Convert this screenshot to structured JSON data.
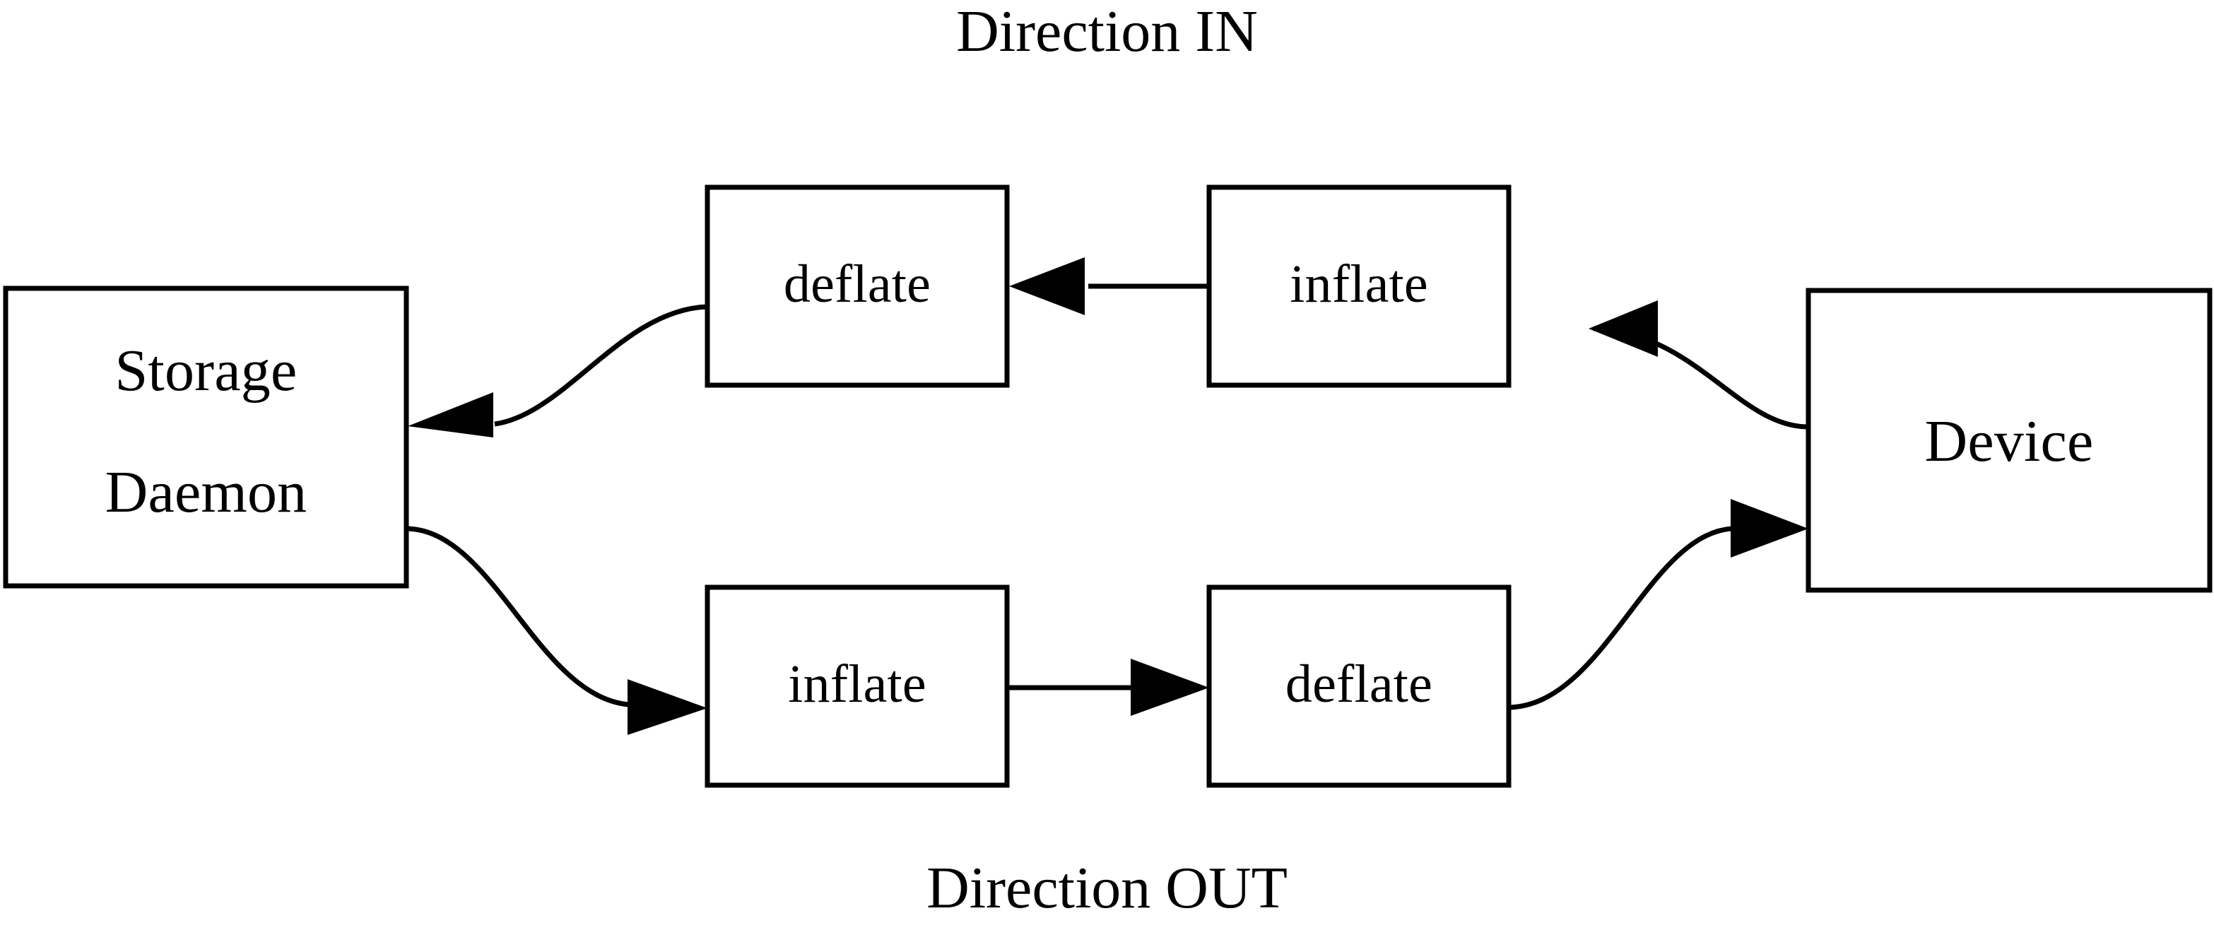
{
  "diagram": {
    "title_top": "Direction IN",
    "title_bottom": "Direction OUT",
    "background_color": "#ffffff",
    "line_color": "#000000",
    "nodes": {
      "storage_daemon": {
        "label_line1": "Storage",
        "label_line2": "Daemon"
      },
      "deflate_in": {
        "label": "deflate"
      },
      "inflate_in": {
        "label": "inflate"
      },
      "device": {
        "label": "Device"
      },
      "inflate_out": {
        "label": "inflate"
      },
      "deflate_out": {
        "label": "deflate"
      }
    },
    "edges": [
      {
        "name": "device-to-inflate-in",
        "from": "Device",
        "to": "inflate",
        "direction": "left",
        "style": "curved"
      },
      {
        "name": "inflate-in-to-deflate-in",
        "from": "inflate",
        "to": "deflate",
        "direction": "left",
        "style": "straight"
      },
      {
        "name": "deflate-in-to-storage-daemon",
        "from": "deflate",
        "to": "Storage Daemon",
        "direction": "left",
        "style": "curved"
      },
      {
        "name": "storage-daemon-to-inflate-out",
        "from": "Storage Daemon",
        "to": "inflate",
        "direction": "right",
        "style": "curved"
      },
      {
        "name": "inflate-out-to-deflate-out",
        "from": "inflate",
        "to": "deflate",
        "direction": "right",
        "style": "straight"
      },
      {
        "name": "deflate-out-to-device",
        "from": "deflate",
        "to": "Device",
        "direction": "right",
        "style": "curved"
      }
    ]
  }
}
